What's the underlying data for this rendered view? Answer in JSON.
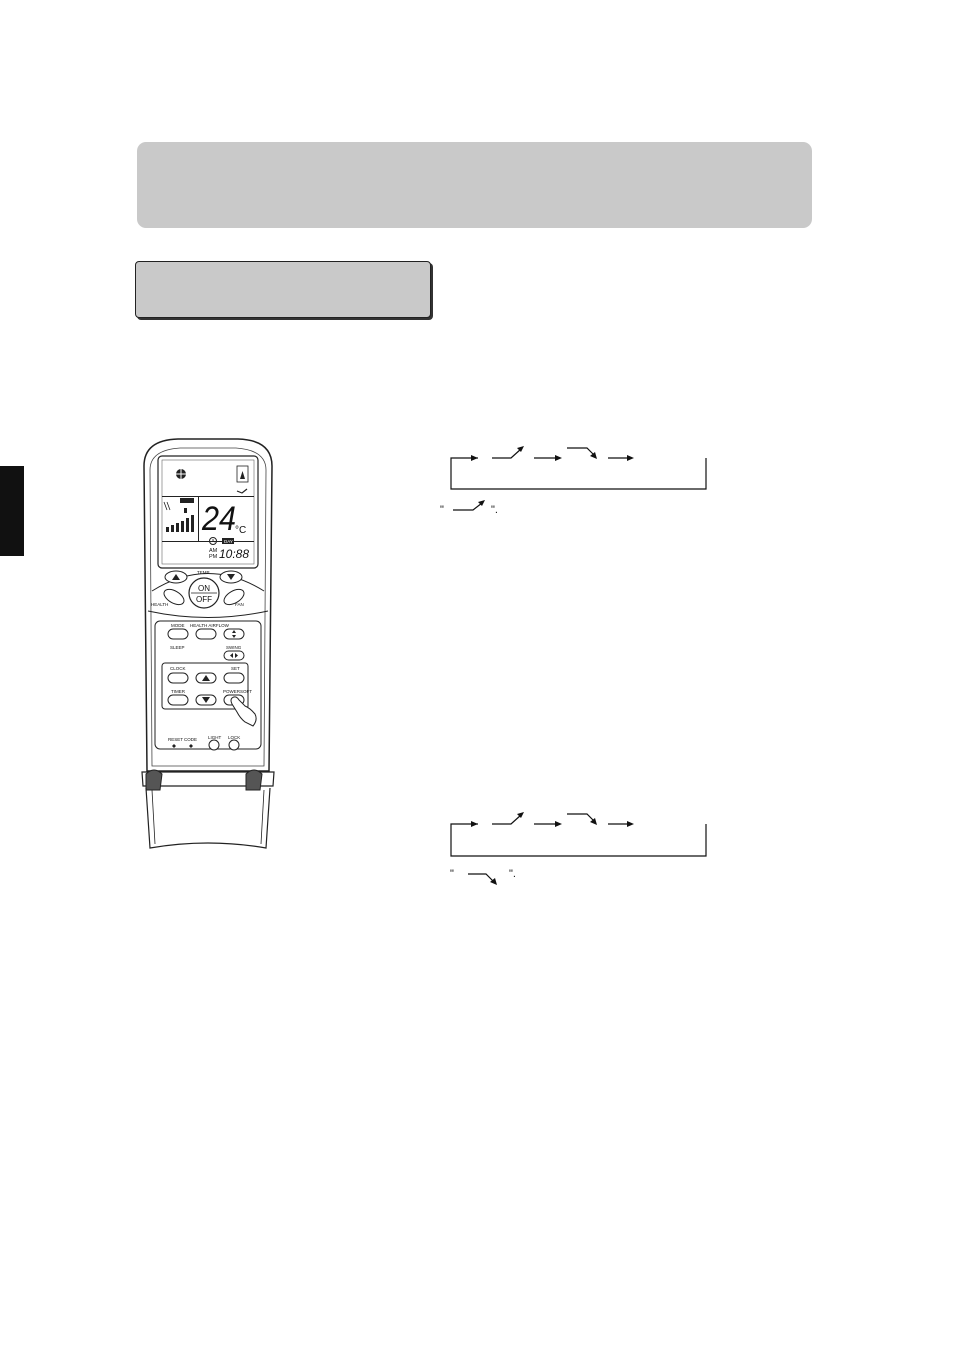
{
  "remote": {
    "lcd": {
      "temperature": "24",
      "temp_unit": "°C",
      "am_label": "AM",
      "pm_label": "PM",
      "time": "10:88",
      "day_label": "DAY"
    },
    "buttons": {
      "temp_label": "TEMP",
      "on_label": "ON",
      "off_label": "OFF",
      "health_label": "HEALTH",
      "fan_label": "FAN",
      "mode_label": "MODE",
      "health_airflow_label": "HEALTH AIRFLOW",
      "sleep_label": "SLEEP",
      "swing_label": "SWING",
      "clock_label": "CLOCK",
      "set_label": "SET",
      "timer_label": "TIMER",
      "powersoft_label": "POWERSOFT",
      "reset_label": "RESET",
      "code_label": "CODE",
      "light_label": "LIGHT",
      "lock_label": "LOCK"
    }
  },
  "flows": {
    "open_quote": "\"",
    "close_quote_1": "\".",
    "close_quote_2": "\"."
  }
}
